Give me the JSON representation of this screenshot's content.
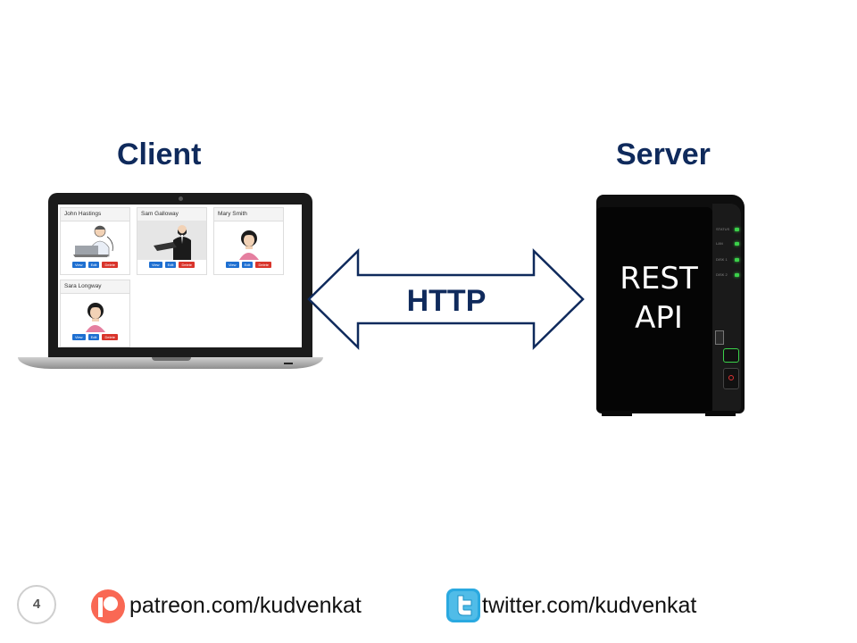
{
  "diagram": {
    "client_label": "Client",
    "server_label": "Server",
    "protocol_label": "HTTP",
    "server_screen": {
      "line1": "REST",
      "line2": "API"
    }
  },
  "laptop_app": {
    "cards": [
      {
        "name": "John Hastings",
        "buttons": [
          "View",
          "Edit",
          "Delete"
        ]
      },
      {
        "name": "Sam Galloway",
        "buttons": [
          "View",
          "Edit",
          "Delete"
        ]
      },
      {
        "name": "Mary Smith",
        "buttons": [
          "View",
          "Edit",
          "Delete"
        ]
      },
      {
        "name": "Sara Longway",
        "buttons": [
          "View",
          "Edit",
          "Delete"
        ]
      }
    ]
  },
  "server_leds": [
    "STATUS",
    "LAN",
    "DISK 1",
    "DISK 2"
  ],
  "footer": {
    "slide_number": "4",
    "patreon": "patreon.com/kudvenkat",
    "twitter": "twitter.com/kudvenkat"
  },
  "colors": {
    "heading": "#0f2a5c",
    "arrow_stroke": "#0f2a5c",
    "patreon": "#f96854",
    "twitter": "#2aa9e0",
    "led_green": "#3bd14a"
  }
}
